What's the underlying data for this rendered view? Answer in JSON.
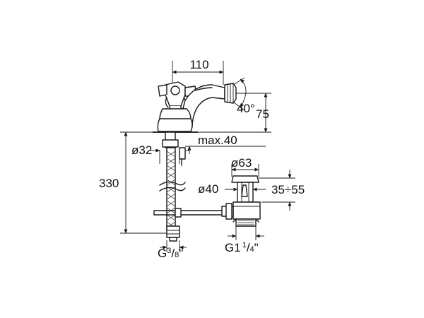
{
  "dimensions": {
    "spout_reach": "110",
    "spout_angle": "40°",
    "spout_height": "75",
    "max_deck_thickness": "max.40",
    "hole_diameter": "ø32",
    "overall_height": "330",
    "waste_head_diameter": "ø63",
    "waste_body_diameter": "ø40",
    "waste_adjust_range": "35÷55",
    "supply_thread": {
      "prefix": "G",
      "numerator": "3",
      "denominator": "8",
      "suffix": "\""
    },
    "waste_thread": {
      "prefix": "G1",
      "numerator": "1",
      "denominator": "4",
      "suffix": "\""
    }
  }
}
